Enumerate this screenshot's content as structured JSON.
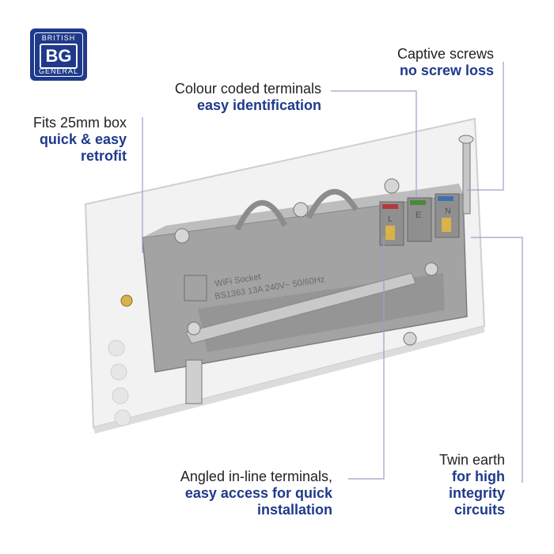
{
  "logo": {
    "top": "BRITISH",
    "middle": "BG",
    "bottom": "GENERAL"
  },
  "callouts": [
    {
      "lead": "Captive screws",
      "highlight": [
        "no screw loss"
      ]
    },
    {
      "lead": "Colour coded terminals",
      "highlight": [
        "easy identification"
      ]
    },
    {
      "lead": "Fits 25mm box",
      "highlight": [
        "quick & easy",
        "retrofit"
      ]
    },
    {
      "lead": "Angled in-line terminals,",
      "highlight": [
        "easy access for quick",
        "installation"
      ]
    },
    {
      "lead": "Twin earth",
      "highlight": [
        "for high",
        "integrity",
        "circuits"
      ]
    }
  ],
  "product_label": [
    "WiFi Socket",
    "BS1363 13A  240V~ 50/60Hz"
  ],
  "terminal_letters": [
    "L",
    "E",
    "N"
  ],
  "colors": {
    "brand_blue": "#1f3a8a",
    "leader_line": "#9aa0c8"
  }
}
